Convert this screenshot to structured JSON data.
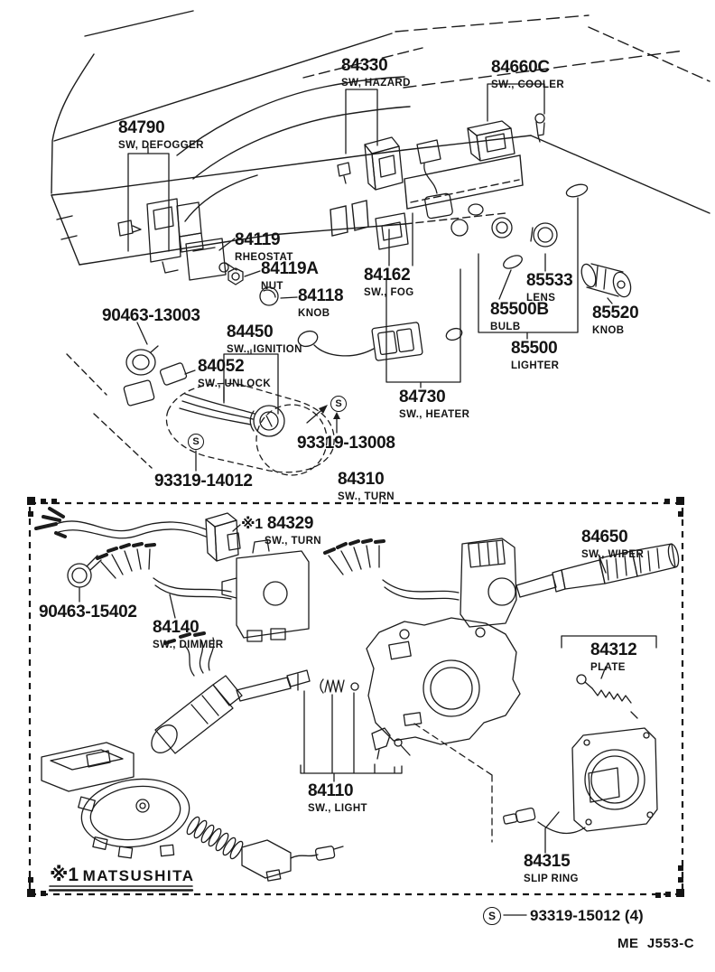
{
  "parts": [
    {
      "number": "84330",
      "name": "SW, HAZARD"
    },
    {
      "number": "84660C",
      "name": "SW., COOLER"
    },
    {
      "number": "84790",
      "name": "SW, DEFOGGER"
    },
    {
      "number": "84119",
      "name": "RHEOSTAT"
    },
    {
      "number": "84119A",
      "name": "NUT"
    },
    {
      "number": "84118",
      "name": "KNOB"
    },
    {
      "number": "90463-13003",
      "name": ""
    },
    {
      "number": "84450",
      "name": "SW., IGNITION"
    },
    {
      "number": "84052",
      "name": "SW., UNLOCK"
    },
    {
      "number": "84162",
      "name": "SW., FOG"
    },
    {
      "number": "85533",
      "name": "LENS"
    },
    {
      "number": "85500B",
      "name": "BULB"
    },
    {
      "number": "85520",
      "name": "KNOB"
    },
    {
      "number": "85500",
      "name": "LIGHTER"
    },
    {
      "number": "84730",
      "name": "SW., HEATER"
    },
    {
      "number": "93319-13008",
      "name": ""
    },
    {
      "number": "93319-14012",
      "name": ""
    },
    {
      "number": "84310",
      "name": "SW., TURN"
    },
    {
      "number": "84329",
      "name": "SW., TURN",
      "prefix": "※1"
    },
    {
      "number": "84650",
      "name": "SW., WIPER"
    },
    {
      "number": "90463-15402",
      "name": ""
    },
    {
      "number": "84140",
      "name": "SW., DIMMER"
    },
    {
      "number": "84312",
      "name": "PLATE"
    },
    {
      "number": "84110",
      "name": "SW., LIGHT"
    },
    {
      "number": "84315",
      "name": "SLIP RING"
    }
  ],
  "notes": {
    "prefix": "※1",
    "brand": "MATSUSHITA"
  },
  "symbols": {
    "screw": "S"
  },
  "footer": {
    "screw_part": "93319-15012 (4)",
    "doc_code": "ME  J553-C"
  }
}
